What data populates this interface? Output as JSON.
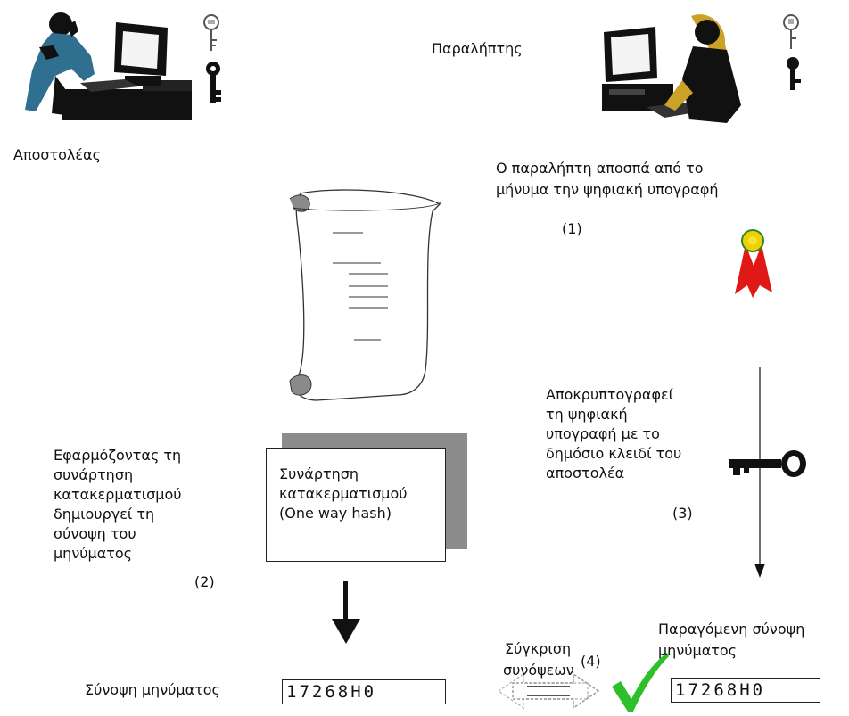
{
  "sender": {
    "label": "Αποστολέας"
  },
  "receiver": {
    "label": "Παραλήπτης"
  },
  "steps": {
    "step1": {
      "text_line1": "Ο παραλήπτη αποσπά από το",
      "text_line2": "μήνυμα την ψηφιακή υπογραφή",
      "number": "(1)"
    },
    "step2": {
      "lines": [
        "Εφαρμόζοντας τη",
        "συνάρτηση",
        "κατακερματισμού",
        "δημιουργεί τη",
        "σύνοψη του",
        "μηνύματος"
      ],
      "number": "(2)"
    },
    "step3": {
      "lines": [
        "Αποκρυπτογραφεί",
        "τη ψηφιακή",
        "υπογραφή με το",
        "δημόσιο κλειδί του",
        "αποστολέα"
      ],
      "number": "(3)"
    },
    "step4": {
      "line1": "Σύγκριση",
      "line2": "συνόψεων",
      "number": "(4)"
    }
  },
  "hash_box": {
    "line1": "Συνάρτηση",
    "line2": "κατακερματισμού",
    "line3": "(One way hash)"
  },
  "message_digest": {
    "label": "Σύνοψη μηνύματος",
    "value": "17268H0"
  },
  "produced_digest": {
    "line1": "Παραγόμενη σύνοψη",
    "line2": "μηνύματος",
    "value": "17268H0"
  },
  "colors": {
    "seal_red": "#e01818",
    "seal_gold": "#f0d000",
    "check_green": "#2ec02a",
    "scroll_gray": "#8a8a8a",
    "box_shadow": "#8c8c8c"
  },
  "icons": [
    "sender-person-at-computer",
    "key-pair-icon",
    "receiver-person-at-computer",
    "scroll-document-icon",
    "digital-signature-seal-icon",
    "public-key-icon",
    "compare-arrows-icon",
    "checkmark-icon"
  ]
}
